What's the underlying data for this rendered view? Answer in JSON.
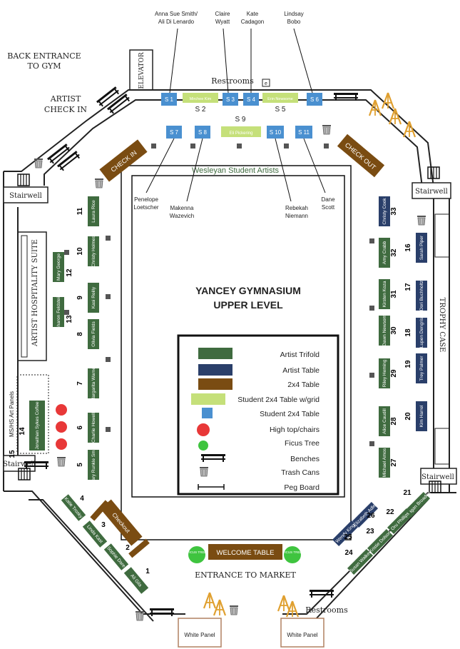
{
  "title": {
    "line1": "YANCEY GYMNASIUM",
    "line2": "UPPER LEVEL"
  },
  "labels": {
    "back_entrance_1": "BACK ENTRANCE",
    "back_entrance_2": "TO GYM",
    "artist_checkin_1": "ARTIST",
    "artist_checkin_2": "CHECK IN",
    "elevator": "ELEVATOR",
    "restrooms_top": "Restrooms",
    "restrooms_bottom": "Restrooms",
    "stairwell": "Stairwell",
    "hospitality": "ARTIST HOSPITALITY SUITE",
    "trophy_case": "TROPHY CASE",
    "wesleyan": "Wesleyan Student Artists",
    "entrance": "ENTRANCE TO MARKET",
    "welcome_table": "WELCOME TABLE",
    "check_in_table": "CHECK IN",
    "check_out_table": "CHECK OUT",
    "checkout_table": "Checkout",
    "white_panel": "White Panel",
    "ficus": "FICUS TREE",
    "art_panels": "MS/HS Art Panels",
    "art_panels_num": "15",
    "elevator_e": "e"
  },
  "student_tables": [
    {
      "id": "S 1",
      "name_top": "Anna Sue Smith/",
      "name_top2": "Ali Di Lenardo"
    },
    {
      "id": "S 3",
      "name_top": "Claire",
      "name_top2": "Wyatt"
    },
    {
      "id": "S 4",
      "name_top": "Kate",
      "name_top2": "Cadagon"
    },
    {
      "id": "S 6",
      "name_top": "Lindsay",
      "name_top2": "Bobo"
    },
    {
      "id": "S 7",
      "name_bot": "Penelope",
      "name_bot2": "Loetscher"
    },
    {
      "id": "S 8",
      "name_bot": "Makenna",
      "name_bot2": "Wazevich"
    },
    {
      "id": "S 10",
      "name_bot": "Rebekah",
      "name_bot2": "Niemann"
    },
    {
      "id": "S 11",
      "name_bot": "Dane",
      "name_bot2": "Scott"
    }
  ],
  "grid_tables": [
    {
      "id": "S 2",
      "name": "Mirchee Kim"
    },
    {
      "id": "S 5",
      "name": "Erin Newsome"
    },
    {
      "id": "S 9",
      "name": "Eli Pickering"
    }
  ],
  "artists": [
    {
      "num": "1",
      "name": "Ali Gila"
    },
    {
      "num": "2",
      "name": "Sophie Dare"
    },
    {
      "num": "3",
      "name": "Linda Kast"
    },
    {
      "num": "4",
      "name": "Katie Trosky"
    },
    {
      "num": "5",
      "name": "Mary Runkle Smith"
    },
    {
      "num": "6",
      "name": "Charlie Howell"
    },
    {
      "num": "7",
      "name": "Margarita Warner"
    },
    {
      "num": "8",
      "name": "Olivia Fields"
    },
    {
      "num": "9",
      "name": "Kasi Reilly"
    },
    {
      "num": "10",
      "name": "Christy Holmes"
    },
    {
      "num": "11",
      "name": "Laura Rice"
    },
    {
      "num": "12",
      "name": "Mary George"
    },
    {
      "num": "13",
      "name": "Sharon Feldstein"
    },
    {
      "num": "14",
      "name": "Jonathan Sykes Coffee"
    },
    {
      "num": "16",
      "name": "Sarah Piper"
    },
    {
      "num": "17",
      "name": "Dori Buchholtz"
    },
    {
      "num": "18",
      "name": "Lupen Dengris"
    },
    {
      "num": "19",
      "name": "Trey Palmer"
    },
    {
      "num": "20",
      "name": "Kim Harrel"
    },
    {
      "num": "21",
      "name": "Meagan Broaden"
    },
    {
      "num": "22",
      "name": "Oru Phillips"
    },
    {
      "num": "23",
      "name": "Kristie Dolson"
    },
    {
      "num": "24",
      "name": "Susan Walker"
    },
    {
      "num": "25",
      "name": "Wendy King"
    },
    {
      "num": "26",
      "name": "Elizabeth Adler"
    },
    {
      "num": "27",
      "name": "Michael Amos"
    },
    {
      "num": "28",
      "name": "Alice Caudill"
    },
    {
      "num": "29",
      "name": "Riley Heming"
    },
    {
      "num": "30",
      "name": "Dawn Newsom"
    },
    {
      "num": "31",
      "name": "Kirsten Koza"
    },
    {
      "num": "32",
      "name": "Amy Crabb"
    },
    {
      "num": "33",
      "name": "Christy Cook"
    }
  ],
  "legend": [
    {
      "label": "Artist Trifold",
      "icon": "artist-trifold"
    },
    {
      "label": "Artist Table",
      "icon": "artist-table"
    },
    {
      "label": "2x4 Table",
      "icon": "table-2x4"
    },
    {
      "label": "Student 2x4 Table w/grid",
      "icon": "student-table-grid"
    },
    {
      "label": "Student 2x4 Table",
      "icon": "student-table"
    },
    {
      "label": "High top/chairs",
      "icon": "high-top"
    },
    {
      "label": "Ficus Tree",
      "icon": "ficus-tree"
    },
    {
      "label": "Benches",
      "icon": "bench"
    },
    {
      "label": "Trash Cans",
      "icon": "trash-can"
    },
    {
      "label": "Peg Board",
      "icon": "peg-board"
    }
  ],
  "colors": {
    "trifold": "#3f6b3f",
    "artist_table": "#2a3f6a",
    "table_2x4": "#7a4c12",
    "student_grid": "#c5e07a",
    "student": "#4a90d0",
    "high_top": "#e83838",
    "ficus": "#3fc43f"
  }
}
